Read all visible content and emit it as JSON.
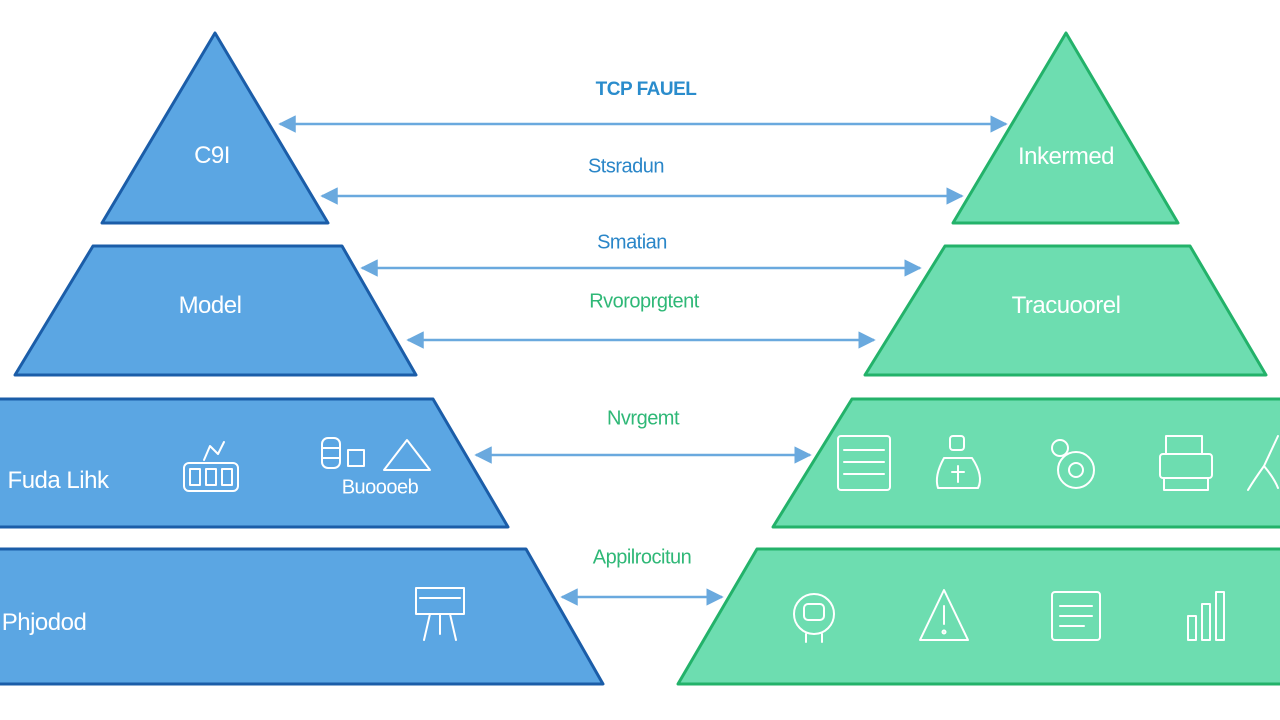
{
  "title": "TCP FAUEL",
  "colors": {
    "left_fill": "#5ba6e3",
    "left_stroke": "#1b5da8",
    "right_fill": "#6dddb0",
    "right_stroke": "#23b26a",
    "arrow": "#6aa9de",
    "blue_text": "#2a86c8",
    "green_text": "#2fb877"
  },
  "left_pyramid": {
    "layers": [
      {
        "label": "C9I"
      },
      {
        "label": "Model"
      },
      {
        "label": "Fuda Lihk",
        "icons": [
          "circuit-board-icon",
          "database-icon",
          "warning-triangle-icon"
        ],
        "icon_caption": "Buoooeb"
      },
      {
        "label": "Phjodod",
        "icons": [
          "sign-board-icon"
        ]
      }
    ]
  },
  "right_pyramid": {
    "layers": [
      {
        "label": "Inkermed"
      },
      {
        "label": "Tracuoorel"
      },
      {
        "label": "",
        "icons": [
          "server-icon",
          "money-bag-icon",
          "gear-person-icon",
          "printer-icon",
          "pipette-icon"
        ]
      },
      {
        "label": "",
        "icons": [
          "robot-icon",
          "alert-triangle-icon",
          "document-icon",
          "bar-chart-icon"
        ]
      }
    ]
  },
  "connections": [
    {
      "label": "",
      "label_color": "blue"
    },
    {
      "label": "Stsradun",
      "label_color": "blue"
    },
    {
      "label": "Smatian",
      "label_color": "blue"
    },
    {
      "label": "Rvoroprgtent",
      "label_color": "green"
    },
    {
      "label": "Nvrgemt",
      "label_color": "green"
    },
    {
      "label": "Appilrocitun",
      "label_color": "green"
    }
  ]
}
